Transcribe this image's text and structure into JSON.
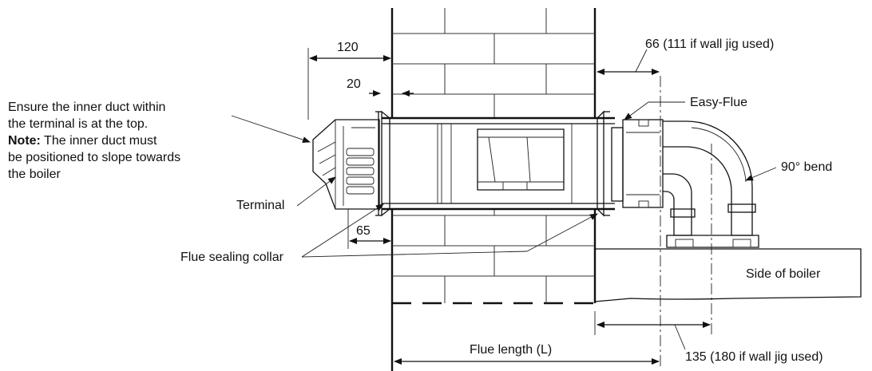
{
  "labels": {
    "ensure_line1": "Ensure the inner duct within",
    "ensure_line2": "the terminal is at the top.",
    "note_bold": "Note:",
    "note_rest": " The inner duct must",
    "note_line2": "be positioned to slope towards",
    "note_line3": "the boiler",
    "terminal": "Terminal",
    "flue_sealing_collar": "Flue sealing collar",
    "easy_flue": "Easy-Flue",
    "bend_90": "90° bend",
    "side_of_boiler": "Side of boiler",
    "flue_length": "Flue length (L)"
  },
  "dimensions": {
    "d120": "120",
    "d20": "20",
    "d65": "65",
    "d66": "66 (111 if wall jig used)",
    "d135": "135 (180 if wall jig used)"
  }
}
